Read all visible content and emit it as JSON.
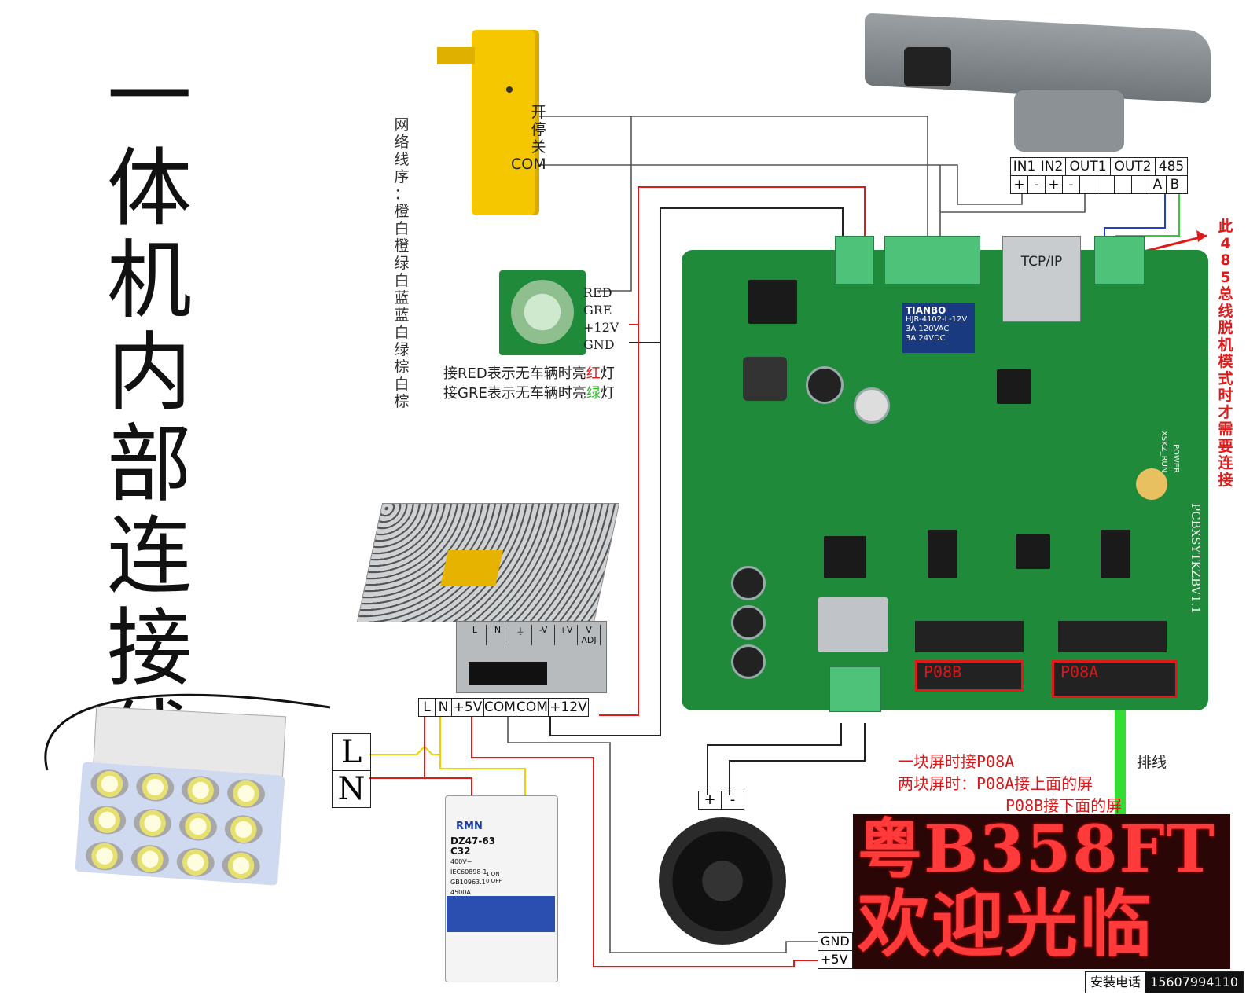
{
  "title_chars": [
    "一",
    "体",
    "机",
    "内",
    "部",
    "连",
    "接",
    "线",
    "图"
  ],
  "network_order": {
    "chars": [
      "网",
      "络",
      "线",
      "序",
      "：",
      "橙",
      "白",
      "橙",
      "绿",
      "白",
      "蓝",
      "蓝",
      "白",
      "绿",
      "棕",
      "白",
      "棕"
    ]
  },
  "barrier": {
    "labels": [
      "开",
      "停",
      "关",
      "COM"
    ]
  },
  "traffic_light": {
    "pins": [
      "RED",
      "GRE",
      "+12V",
      "GND"
    ],
    "note1_pre": "接RED表示无车辆时亮",
    "note1_color": "红",
    "note1_post": "灯",
    "note2_pre": "接GRE表示无车辆时亮",
    "note2_color": "绿",
    "note2_post": "灯"
  },
  "camera_terminal": {
    "top": [
      "IN1",
      "IN2",
      "OUT1",
      "OUT2",
      "485"
    ],
    "bottom": [
      "+",
      "-",
      "+",
      "-",
      "",
      "",
      "",
      "",
      "A",
      "B"
    ]
  },
  "rs485_note": [
    "此",
    "4",
    "8",
    "5",
    "总",
    "线",
    "脱",
    "机",
    "模",
    "式",
    "时",
    "才",
    "需",
    "要",
    "连",
    "接"
  ],
  "board": {
    "tcpip": "TCP/IP",
    "relay_brand": "TIANBO",
    "relay_model": "HJR-4102-L-12V",
    "relay_spec1": "3A 120VAC",
    "relay_spec2": "3A 24VDC",
    "model_text": "PCBXSYTKZBV1.1",
    "port_b": "P08B",
    "port_a": "P08A",
    "power_label": "POWER",
    "run_label": "XSKZ_RUN"
  },
  "psu_terminal": [
    "L",
    "N",
    "+5V",
    "COM",
    "COM",
    "+12V"
  ],
  "psu_strip": [
    "L",
    "N",
    "⏚",
    "-V",
    "+V",
    "V ADJ"
  ],
  "mains": [
    "L",
    "N"
  ],
  "breaker": {
    "brand": "RMN",
    "model": "DZ47-63",
    "rating": "C32",
    "line1": "400V~",
    "line2": "IEC60898-1",
    "line3": "GB10963.1",
    "line4": "4500A",
    "on": "1 ON",
    "off": "0 OFF"
  },
  "speaker_pins": [
    "+",
    "-"
  ],
  "screen_notes": {
    "line1": "一块屏时接P08A",
    "line2": "两块屏时：P08A接上面的屏",
    "line3": "P08B接下面的屏",
    "ribbon": "排线"
  },
  "led_display": {
    "line1": "粤B358FT",
    "line2": "欢迎光临",
    "pins": [
      "GND",
      "+5V"
    ]
  },
  "contact": {
    "label": "安装电话",
    "phone": "15607994110"
  },
  "colors": {
    "wire_red": "#e0191b",
    "wire_black": "#222222",
    "wire_gray": "#777777",
    "wire_yellow": "#f2d000",
    "wire_blue": "#2040d0",
    "wire_green": "#33cc33",
    "pcb": "#1f8a3a"
  }
}
